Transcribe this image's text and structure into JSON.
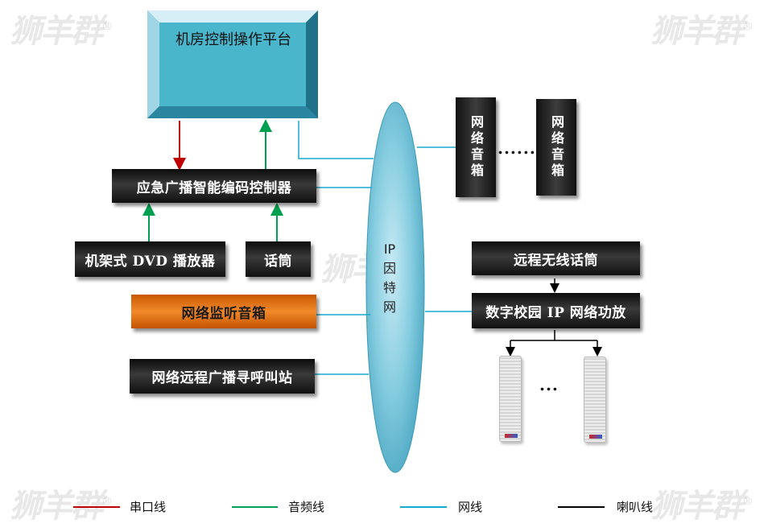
{
  "diagram": {
    "control_platform": "机房控制操作平台",
    "encoder_controller": "应急广播智能编码控制器",
    "dvd_player": "机架式 DVD 播放器",
    "microphone": "话筒",
    "monitor_speaker": "网络监听音箱",
    "remote_station": "网络远程广播寻呼叫站",
    "internet": "IP\n因\n特\n网",
    "network_speaker_1": "网络音箱",
    "network_speaker_2": "网络音箱",
    "speaker_ellipsis": "......",
    "wireless_mic": "远程无线话筒",
    "amplifier": "数字校园 IP 网络功放",
    "column_speaker_ellipsis": "..."
  },
  "legend": [
    {
      "label": "串口线",
      "color": "#c00000"
    },
    {
      "label": "音频线",
      "color": "#00a050"
    },
    {
      "label": "网线",
      "color": "#1aa9cf"
    },
    {
      "label": "喇叭线",
      "color": "#000000"
    }
  ],
  "watermark": {
    "text": "狮羊群",
    "mark": "®"
  },
  "colors": {
    "serial": "#c00000",
    "audio": "#00a050",
    "network": "#1aa9cf",
    "speaker_line": "#000000",
    "platform": "#4ab6cc",
    "internet": "#7cc6dc"
  }
}
